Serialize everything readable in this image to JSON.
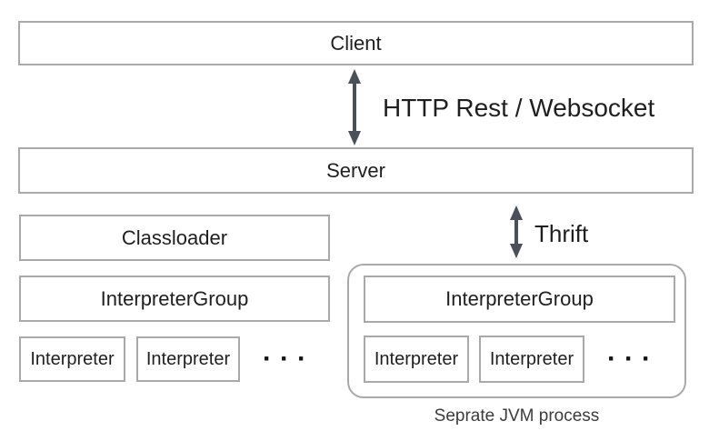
{
  "colors": {
    "background": "#ffffff",
    "box_border": "#a9a9a9",
    "arrow": "#4a4f58",
    "text": "#1f1f1f",
    "caption_text": "#3c3c3c"
  },
  "diagram": {
    "client": {
      "label": "Client"
    },
    "server": {
      "label": "Server"
    },
    "connections": {
      "http": {
        "label": "HTTP Rest / Websocket"
      },
      "thrift": {
        "label": "Thrift"
      }
    },
    "classloader": {
      "label": "Classloader"
    },
    "local_group": {
      "interpreter_group_label": "InterpreterGroup",
      "interpreters": [
        "Interpreter",
        "Interpreter"
      ],
      "ellipsis": "···"
    },
    "jvm_group": {
      "interpreter_group_label": "InterpreterGroup",
      "interpreters": [
        "Interpreter",
        "Interpreter"
      ],
      "ellipsis": "···",
      "caption": "Seprate JVM process"
    }
  }
}
